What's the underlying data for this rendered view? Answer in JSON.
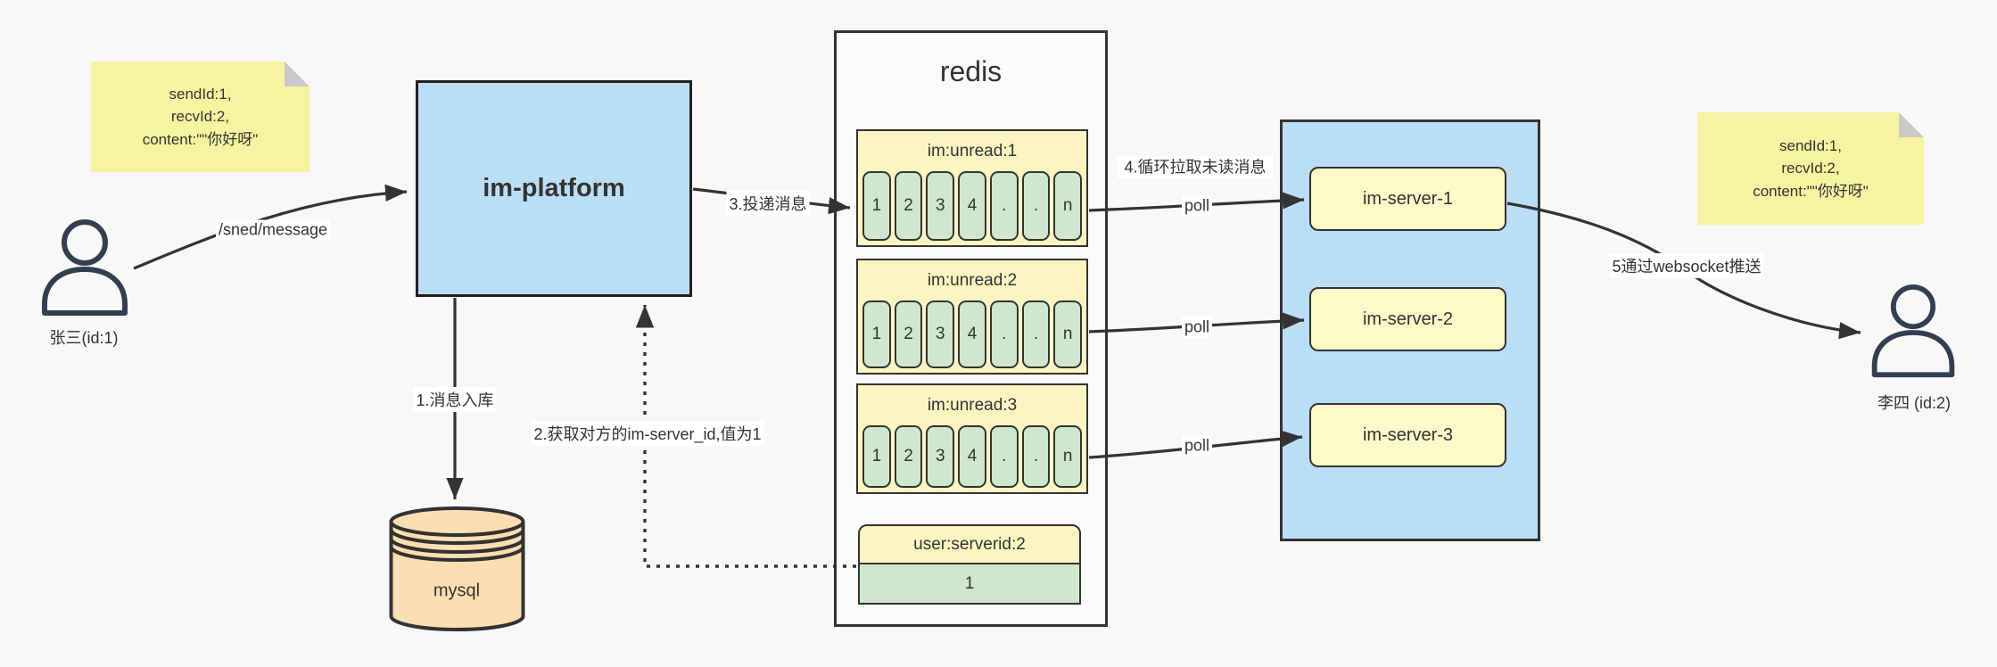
{
  "palette": {
    "background": "#f8f8f8",
    "blue_fill": "#bbdef7",
    "note_yellow": "#f8f3a0",
    "queue_yellow": "#fcf5c2",
    "server_yellow": "#fdf9c8",
    "cell_green": "#cfe8cd",
    "db_peach": "#fbdfb2",
    "stroke": "#333333"
  },
  "sender": {
    "label": "张三(id:1)"
  },
  "receiver": {
    "label": "李四 (id:2)"
  },
  "note_left": {
    "line1": "sendId:1,",
    "line2": "recvId:2,",
    "line3": "content:\"\"你好呀\""
  },
  "note_right": {
    "line1": "sendId:1,",
    "line2": "recvId:2,",
    "line3": "content:\"\"你好呀\""
  },
  "im_platform": {
    "label": "im-platform"
  },
  "mysql": {
    "label": "mysql"
  },
  "redis": {
    "title": "redis",
    "queues": [
      {
        "name": "im:unread:1",
        "cells": [
          "1",
          "2",
          "3",
          "4",
          ".",
          ".",
          "n"
        ]
      },
      {
        "name": "im:unread:2",
        "cells": [
          "1",
          "2",
          "3",
          "4",
          ".",
          ".",
          "n"
        ]
      },
      {
        "name": "im:unread:3",
        "cells": [
          "1",
          "2",
          "3",
          "4",
          ".",
          ".",
          "n"
        ]
      }
    ],
    "kv": {
      "key": "user:serverid:2",
      "value": "1"
    }
  },
  "servers": [
    {
      "label": "im-server-1"
    },
    {
      "label": "im-server-2"
    },
    {
      "label": "im-server-3"
    }
  ],
  "edges": {
    "send": "/sned/message",
    "step1": "1.消息入库",
    "step2": "2.获取对方的im-server_id,值为1",
    "step3": "3.投递消息",
    "step4": "4.循环拉取未读消息",
    "step5": "5通过websocket推送",
    "poll1": "poll",
    "poll2": "poll",
    "poll3": "poll"
  }
}
